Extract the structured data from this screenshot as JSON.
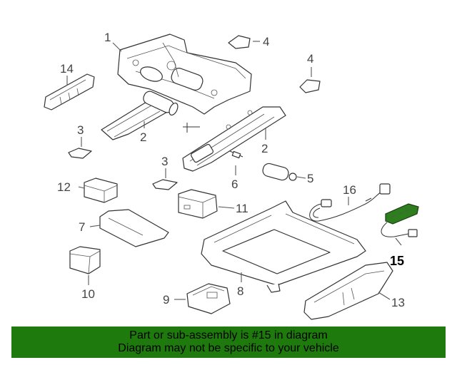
{
  "banner": {
    "line1": "Part or sub-assembly is #15 in diagram",
    "line2": "Diagram may not be specific to your vehicle"
  },
  "callouts": {
    "c1": "1",
    "c2a": "2",
    "c2b": "2",
    "c3a": "3",
    "c3b": "3",
    "c4a": "4",
    "c4b": "4",
    "c5": "5",
    "c6": "6",
    "c7": "7",
    "c8": "8",
    "c9": "9",
    "c10": "10",
    "c11": "11",
    "c12": "12",
    "c13": "13",
    "c14": "14",
    "c15": "15",
    "c16": "16"
  },
  "colors": {
    "banner_bg": "#1f7a0e",
    "highlight_part": "#2e7d1e"
  }
}
